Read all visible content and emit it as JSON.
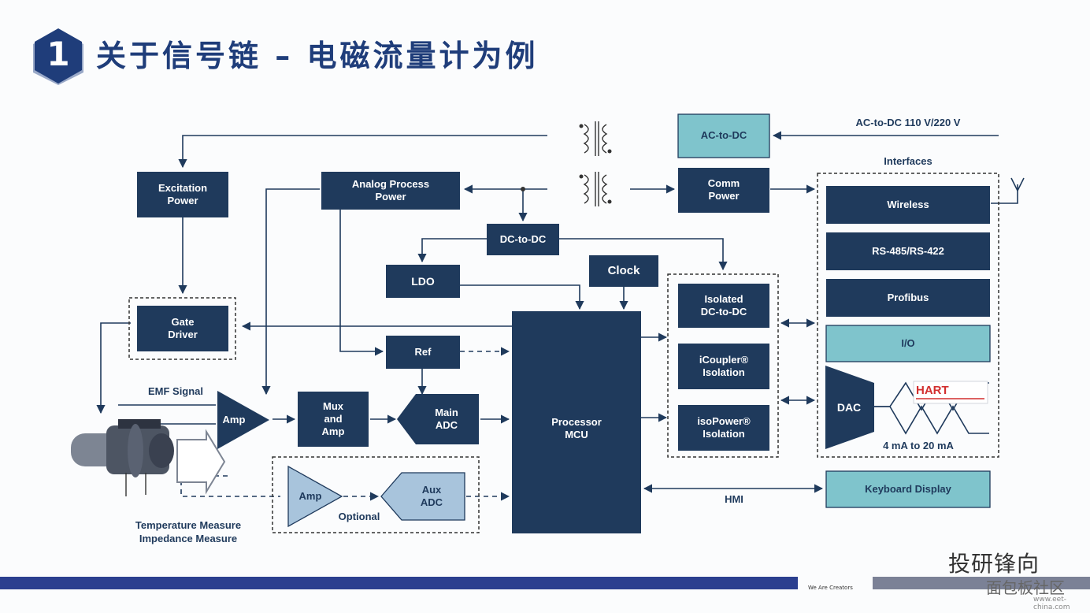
{
  "header": {
    "number": "1",
    "title": "关于信号链 – 电磁流量计为例"
  },
  "colors": {
    "dark_block": "#1f3a5c",
    "light_block": "#7fc4cc",
    "title_color": "#1f3d7a",
    "bar_color": "#2b3f8f"
  },
  "blocks": {
    "excitation_power": [
      "Excitation",
      "Power"
    ],
    "analog_process_power": [
      "Analog Process",
      "Power"
    ],
    "ac_to_dc": "AC-to-DC",
    "comm_power": [
      "Comm",
      "Power"
    ],
    "dc_to_dc": "DC-to-DC",
    "ldo": "LDO",
    "clock": "Clock",
    "gate_driver": [
      "Gate",
      "Driver"
    ],
    "ref": "Ref",
    "amp_main": "Amp",
    "mux_amp": [
      "Mux",
      "and",
      "Amp"
    ],
    "main_adc": [
      "Main",
      "ADC"
    ],
    "processor": [
      "Processor",
      "MCU"
    ],
    "isolated_dc_dc": [
      "Isolated",
      "DC-to-DC"
    ],
    "icoupler": [
      "iCoupler®",
      "Isolation"
    ],
    "isopower": [
      "isoPower®",
      "Isolation"
    ],
    "wireless": "Wireless",
    "rs485": "RS-485/RS-422",
    "profibus": "Profibus",
    "io": "I/O",
    "dac": "DAC",
    "keyboard_display": "Keyboard Display",
    "amp_aux": "Amp",
    "aux_adc": [
      "Aux",
      "ADC"
    ]
  },
  "labels": {
    "ac_input": "AC-to-DC 110 V/220 V",
    "interfaces": "Interfaces",
    "emf_signal": "EMF Signal",
    "optional": "Optional",
    "hmi": "HMI",
    "current_range": "4 mA to 20 mA",
    "hart": "HART",
    "temp_measure": "Temperature Measure",
    "impedance_measure": "Impedance Measure"
  },
  "footer": {
    "logo_text": "We Are Creators",
    "watermark_1": "投研锋向",
    "watermark_2": "面包板社区",
    "watermark_3": "www.eet-china.com"
  }
}
